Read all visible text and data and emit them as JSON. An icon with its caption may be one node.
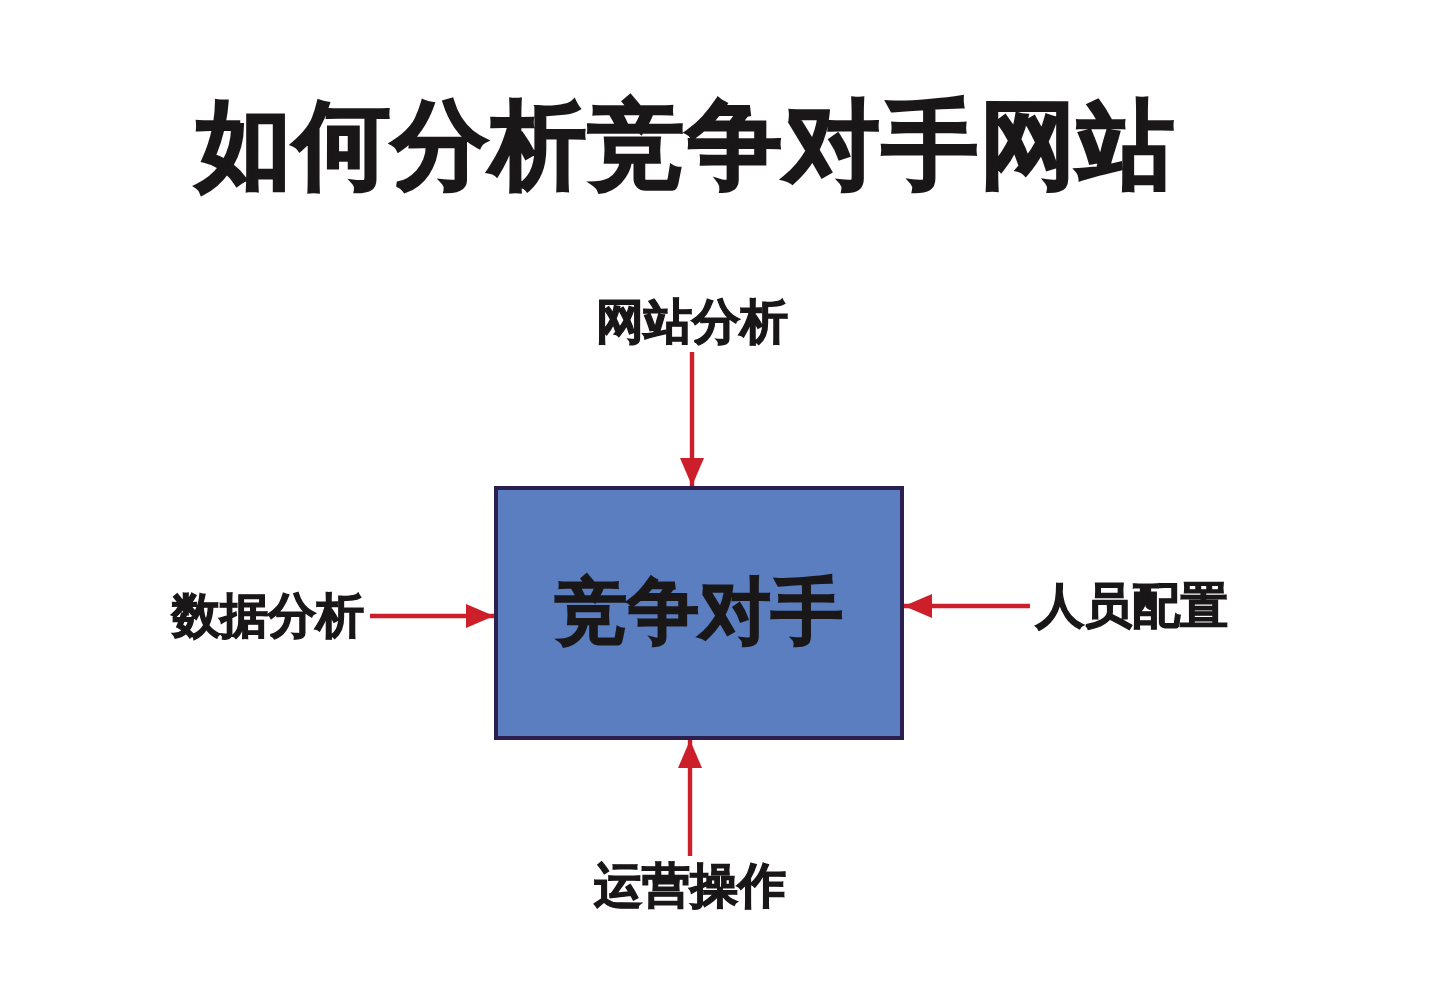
{
  "diagram": {
    "title": "如何分析竞争对手网站",
    "nodes": [
      {
        "text": [
          "网站分析"
        ]
      },
      {
        "text": [
          "数据分析"
        ]
      },
      {
        "text": [
          "竞争对手"
        ]
      },
      {
        "text": [
          "人员配置"
        ]
      },
      {
        "text": [
          "运营操作"
        ]
      }
    ],
    "edges": [
      {
        "from": 0,
        "to": 2,
        "arrow": "to"
      },
      {
        "from": 1,
        "to": 2,
        "arrow": "to"
      },
      {
        "from": 3,
        "to": 2,
        "arrow": "to"
      },
      {
        "from": 4,
        "to": 2,
        "arrow": "to"
      }
    ]
  }
}
